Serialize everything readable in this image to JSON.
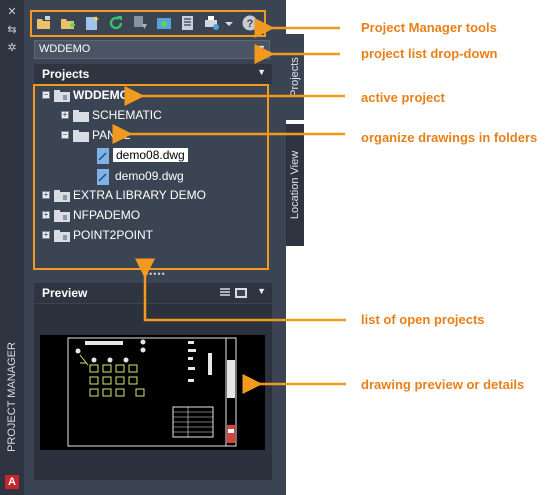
{
  "strip": {
    "vertical_title": "PROJECT MANAGER",
    "logo": "A",
    "buttons": [
      {
        "icon": "close-icon",
        "glyph": "✕"
      },
      {
        "icon": "pin-icon",
        "glyph": "⇆"
      },
      {
        "icon": "settings-icon",
        "glyph": "✲"
      }
    ]
  },
  "toolbar": {
    "icons": [
      "open-project-icon",
      "new-project-icon",
      "new-drawing-icon",
      "refresh-icon",
      "publish-icon",
      "project-task-list-icon",
      "project-properties-icon",
      "plot-project-icon",
      "help-icon"
    ]
  },
  "project_select": {
    "value": "WDDEMO"
  },
  "projects_panel": {
    "title": "Projects"
  },
  "tree": {
    "nodes": [
      {
        "label": "WDDEMO",
        "expanded": true,
        "depth": 0,
        "bold": true
      },
      {
        "label": "SCHEMATIC",
        "expanded": false,
        "depth": 1
      },
      {
        "label": "PANEL",
        "expanded": true,
        "depth": 1
      },
      {
        "label": "demo08.dwg",
        "depth": 2,
        "selected": true
      },
      {
        "label": "demo09.dwg",
        "depth": 2
      },
      {
        "label": "EXTRA LIBRARY DEMO",
        "expanded": false,
        "depth": 0
      },
      {
        "label": "NFPADEMO",
        "expanded": false,
        "depth": 0
      },
      {
        "label": "POINT2POINT",
        "expanded": false,
        "depth": 0
      }
    ]
  },
  "preview_panel": {
    "title": "Preview"
  },
  "side_tabs": {
    "projects": "Projects",
    "location_view": "Location View"
  },
  "callouts": {
    "tools": "Project Manager tools",
    "dropdown": "project list drop-down",
    "active": "active project",
    "folders": "organize drawings in folders",
    "open": "list of open projects",
    "preview": "drawing preview or details"
  },
  "colors": {
    "accent": "#f29a1f",
    "callout_text": "#e8801a",
    "panel": "#3b4453",
    "header": "#2e3440"
  }
}
